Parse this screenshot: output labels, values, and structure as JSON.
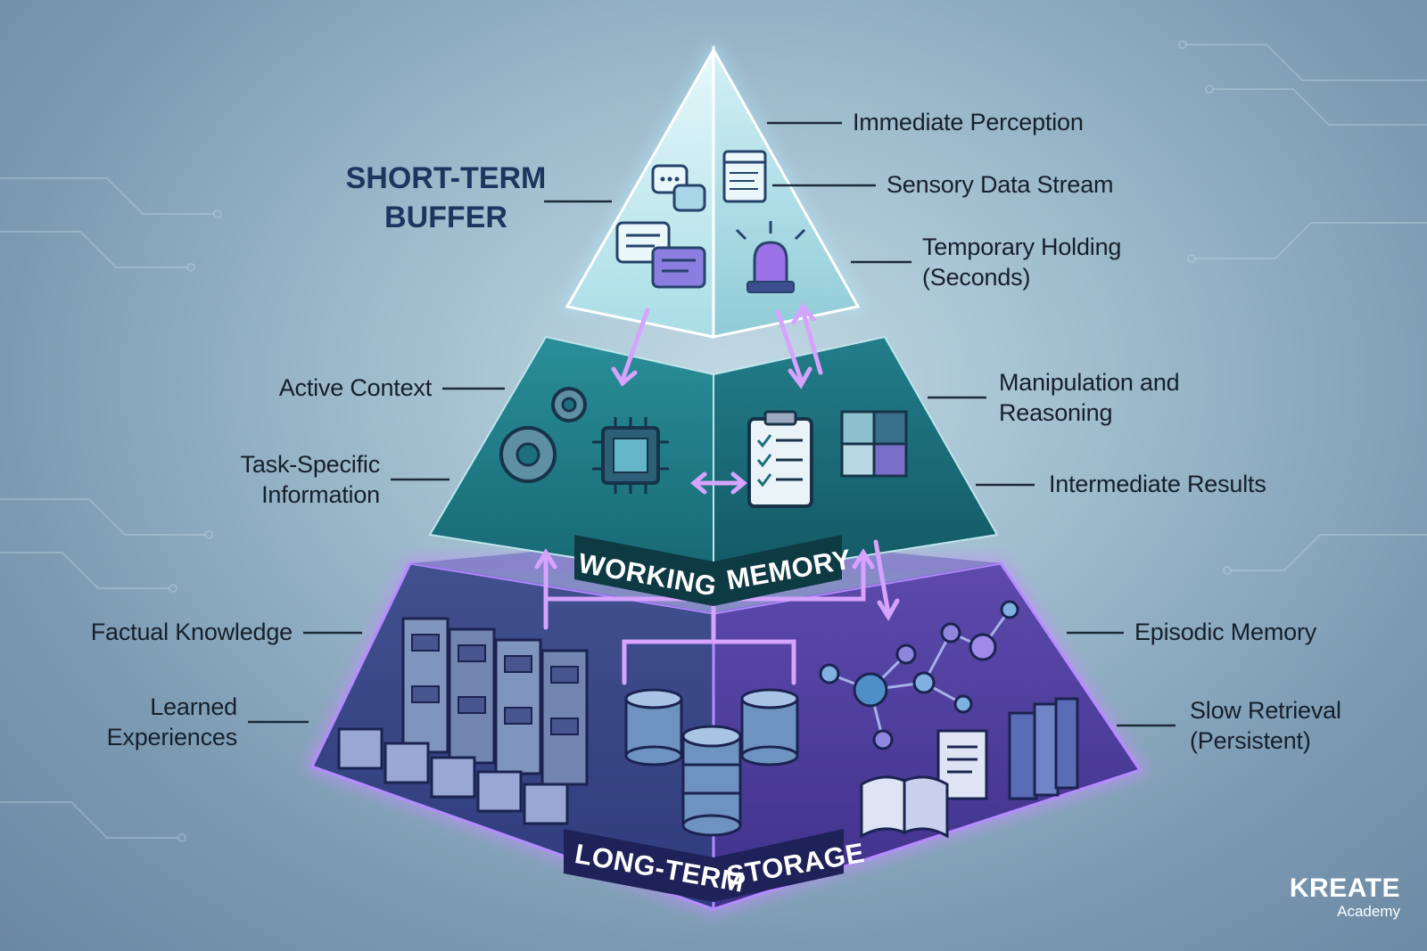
{
  "diagram": {
    "tiers": {
      "top": {
        "title": "SHORT-TERM BUFFER",
        "labels_right": [
          "Immediate Perception",
          "Sensory Data Stream",
          "Temporary Holding\n(Seconds)"
        ]
      },
      "middle": {
        "band_left": "WORKING",
        "band_right": "MEMORY",
        "labels_left": [
          "Active Context",
          "Task-Specific\nInformation"
        ],
        "labels_right": [
          "Manipulation and\nReasoning",
          "Intermediate Results"
        ]
      },
      "bottom": {
        "band_left": "LONG-TERM",
        "band_right": "STORAGE",
        "labels_left": [
          "Factual Knowledge",
          "Learned\nExperiences"
        ],
        "labels_right": [
          "Episodic Memory",
          "Slow Retrieval\n(Persistent)"
        ]
      }
    },
    "icons": {
      "top": [
        "chat-bubbles-icon",
        "document-window-icon",
        "alarm-light-icon"
      ],
      "middle": [
        "gears-icon",
        "cpu-chip-icon",
        "clipboard-checklist-icon",
        "puzzle-icon"
      ],
      "bottom": [
        "filing-cabinet-icon",
        "database-icon",
        "network-graph-icon",
        "books-icon",
        "scroll-icon",
        "open-book-icon"
      ]
    },
    "colors": {
      "top_face": "#bfe8ee",
      "middle_face": "#1f7f8c",
      "bottom_face": "#4f3f9c",
      "glow": "#c58cff",
      "title": "#1f3560"
    }
  },
  "brand": {
    "name": "KREATE",
    "sub": "Academy"
  }
}
